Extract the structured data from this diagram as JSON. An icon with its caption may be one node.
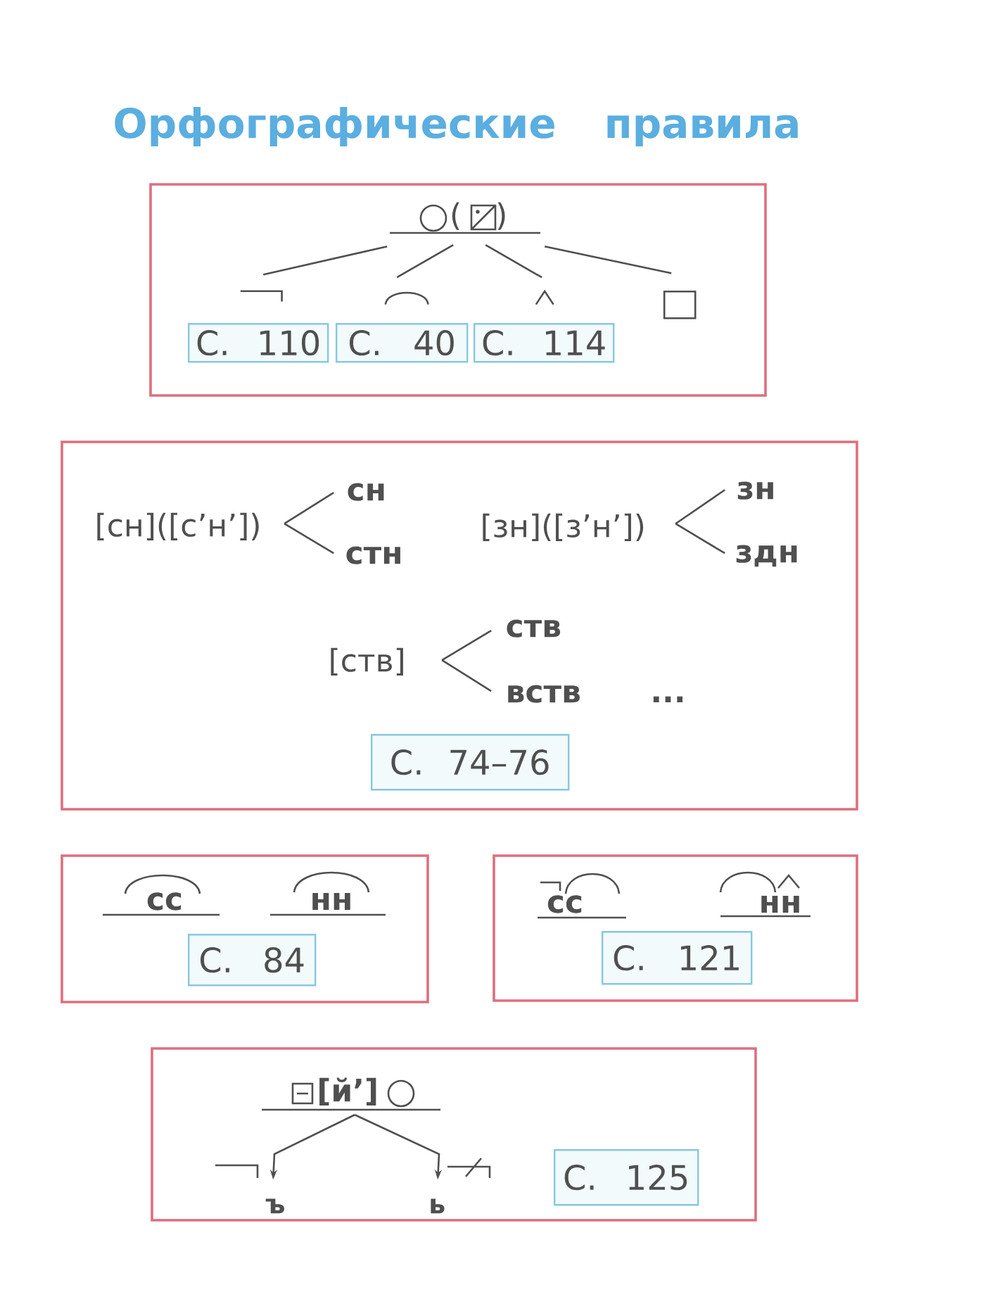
{
  "diagram": {
    "title": "Орфографические правила",
    "nodes": [
      {
        "text": [],
        "shape": "box"
      },
      {
        "text": [
          "(",
          ")"
        ],
        "in": 0
      },
      {
        "text": [],
        "shape": "corner",
        "in": 0
      },
      {
        "text": [],
        "shape": "arc",
        "in": 0
      },
      {
        "text": [],
        "shape": "caret",
        "in": 0
      },
      {
        "text": [],
        "shape": "square",
        "in": 0
      },
      {
        "text": [
          "С. 110"
        ],
        "in": 0
      },
      {
        "text": [
          "С. 40"
        ],
        "in": 0
      },
      {
        "text": [
          "С. 114"
        ],
        "in": 0
      },
      {
        "text": [],
        "shape": "box"
      },
      {
        "text": [
          "[сн]([с’н’])"
        ],
        "in": 9
      },
      {
        "text": [
          "сн"
        ],
        "in": 9
      },
      {
        "text": [
          "стн"
        ],
        "in": 9
      },
      {
        "text": [
          "[зн]([з’н’])"
        ],
        "in": 9
      },
      {
        "text": [
          "зн"
        ],
        "in": 9
      },
      {
        "text": [
          "здн"
        ],
        "in": 9
      },
      {
        "text": [
          "[ств]"
        ],
        "in": 9
      },
      {
        "text": [
          "ств"
        ],
        "in": 9
      },
      {
        "text": [
          "вств"
        ],
        "in": 9
      },
      {
        "text": [
          "С. 74–76"
        ],
        "in": 9
      },
      {
        "text": [],
        "shape": "box"
      },
      {
        "text": [
          "С. 84"
        ],
        "in": 20
      },
      {
        "text": [],
        "shape": "box"
      },
      {
        "text": [
          "С. 121"
        ],
        "in": 22
      },
      {
        "text": [],
        "shape": "box"
      },
      {
        "text": [
          "[й’]"
        ],
        "in": 24
      },
      {
        "text": [
          "ъ"
        ],
        "in": 24
      },
      {
        "text": [
          "ь"
        ],
        "in": 24
      },
      {
        "text": [
          "С. 125"
        ],
        "in": 24
      }
    ],
    "edges": [
      {
        "from": 1,
        "to": 2,
        "arrow": "none"
      },
      {
        "from": 1,
        "to": 3,
        "arrow": "none"
      },
      {
        "from": 1,
        "to": 4,
        "arrow": "none"
      },
      {
        "from": 1,
        "to": 5,
        "arrow": "none"
      },
      {
        "from": 10,
        "to": 11,
        "arrow": "none"
      },
      {
        "from": 10,
        "to": 12,
        "arrow": "none"
      },
      {
        "from": 13,
        "to": 14,
        "arrow": "none"
      },
      {
        "from": 13,
        "to": 15,
        "arrow": "none"
      },
      {
        "from": 16,
        "to": 17,
        "arrow": "none"
      },
      {
        "from": 16,
        "to": 18,
        "arrow": "none"
      },
      {
        "from": 25,
        "to": 26,
        "arrow": "to"
      },
      {
        "from": 25,
        "to": 27,
        "arrow": "to"
      }
    ],
    "labels": [
      "...",
      "сс",
      "нн",
      "сс",
      "нн"
    ]
  }
}
